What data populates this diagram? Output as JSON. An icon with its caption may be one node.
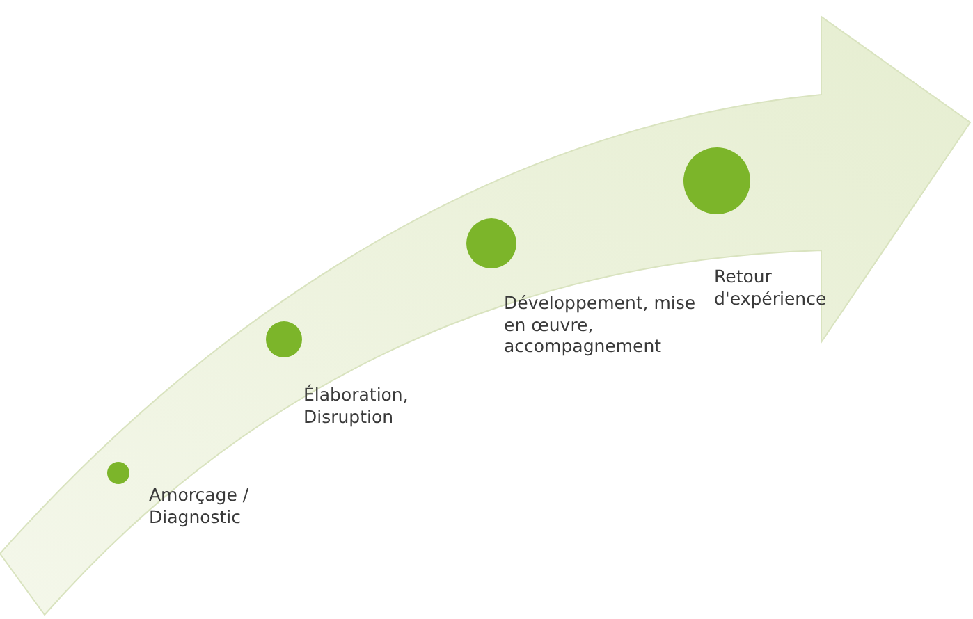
{
  "diagram": {
    "nodes": [
      {
        "text": [],
        "shape": "circle",
        "beside": [
          "Amorçage / Diagnostic"
        ]
      },
      {
        "text": [],
        "shape": "circle",
        "beside": [
          "Élaboration, Disruption"
        ]
      },
      {
        "text": [],
        "shape": "circle",
        "beside": [
          "Développement, mise en œuvre, accompagnement"
        ]
      },
      {
        "text": [],
        "shape": "circle",
        "beside": [
          "Retour d'expérience"
        ]
      }
    ]
  }
}
